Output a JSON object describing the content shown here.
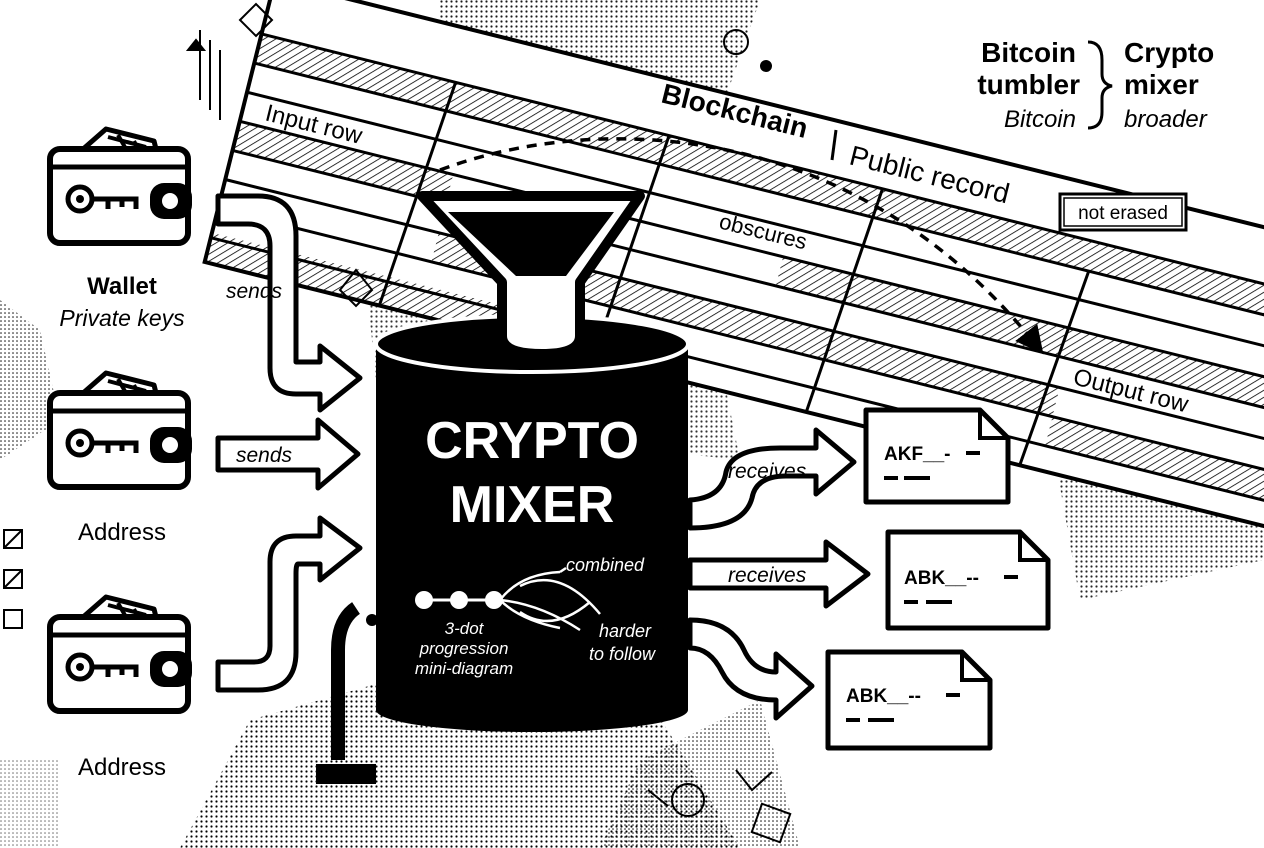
{
  "colors": {
    "ink": "#000000",
    "paper": "#ffffff",
    "halftone": "#6b6b6b"
  },
  "legend": {
    "term1": "Bitcoin",
    "term1b": "tumbler",
    "term1_note": "Bitcoin",
    "term2": "Crypto",
    "term2b": "mixer",
    "term2_note": "broader"
  },
  "ledger": {
    "title": "Blockchain",
    "subtitle": "Public record",
    "input_row": "Input row",
    "output_row": "Output row",
    "obscures": "obscures",
    "not_erased": "not erased"
  },
  "wallets": [
    {
      "title": "Wallet",
      "subtitle": "Private keys",
      "icon": "wallet-key-icon"
    },
    {
      "title": "Address",
      "icon": "wallet-key-icon"
    },
    {
      "title": "Address",
      "icon": "wallet-key-icon"
    }
  ],
  "inputs": [
    "sends",
    "sends"
  ],
  "mixer": {
    "line1": "CRYPTO",
    "line2": "MIXER",
    "combined": "combined",
    "harder1": "harder",
    "harder2": "to follow",
    "mini1": "3-dot",
    "mini2": "progression",
    "mini3": "mini-diagram"
  },
  "outputs": [
    {
      "label": "receives",
      "address": "AKF__-"
    },
    {
      "label": "receives",
      "address": "ABK__--"
    },
    {
      "address": "ABK__--"
    }
  ]
}
